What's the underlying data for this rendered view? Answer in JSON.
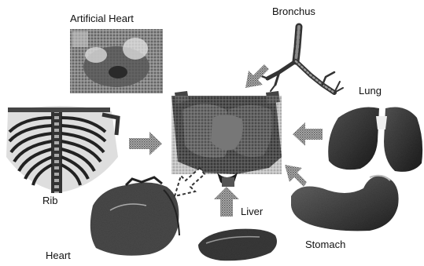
{
  "labels": {
    "artificial_heart": "Artificial Heart",
    "bronchus": "Bronchus",
    "lung": "Lung",
    "rib": "Rib",
    "liver": "Liver",
    "stomach": "Stomach",
    "heart": "Heart"
  }
}
